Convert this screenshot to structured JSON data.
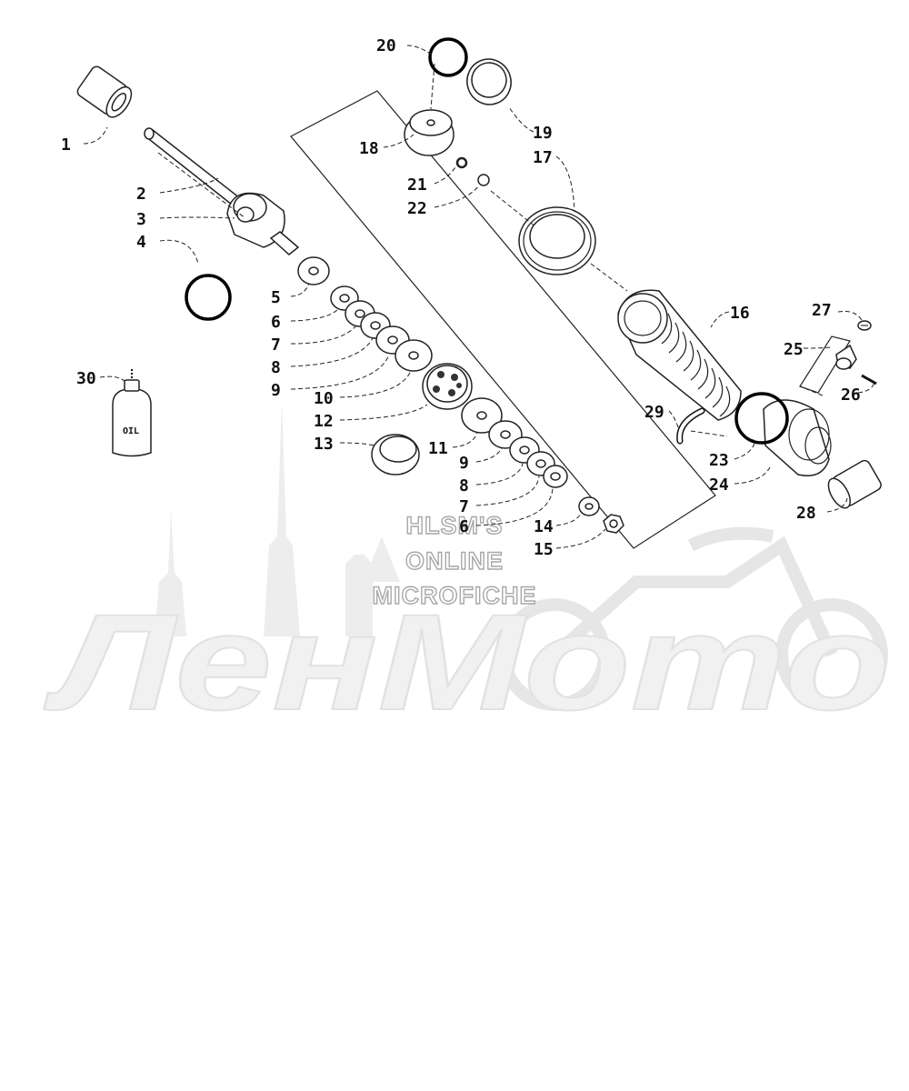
{
  "watermark": {
    "line1": "HLSM'S",
    "line2": "ONLINE",
    "line3": "MICROFICHE",
    "logo": "ЛенМото"
  },
  "bottle_label": "OIL",
  "callouts": {
    "n1": "1",
    "n2": "2",
    "n3": "3",
    "n4": "4",
    "n5": "5",
    "n6": "6",
    "n7": "7",
    "n8": "8",
    "n9": "9",
    "n10": "10",
    "n11": "11",
    "n12": "12",
    "n13": "13",
    "n14": "14",
    "n15": "15",
    "n16": "16",
    "n17": "17",
    "n18": "18",
    "n19": "19",
    "n20": "20",
    "n21": "21",
    "n22": "22",
    "n23": "23",
    "n24": "24",
    "n25": "25",
    "n26": "26",
    "n27": "27",
    "n28": "28",
    "n29": "29",
    "n30": "30",
    "n9b": "9",
    "n8b": "8",
    "n7b": "7",
    "n6b": "6"
  }
}
